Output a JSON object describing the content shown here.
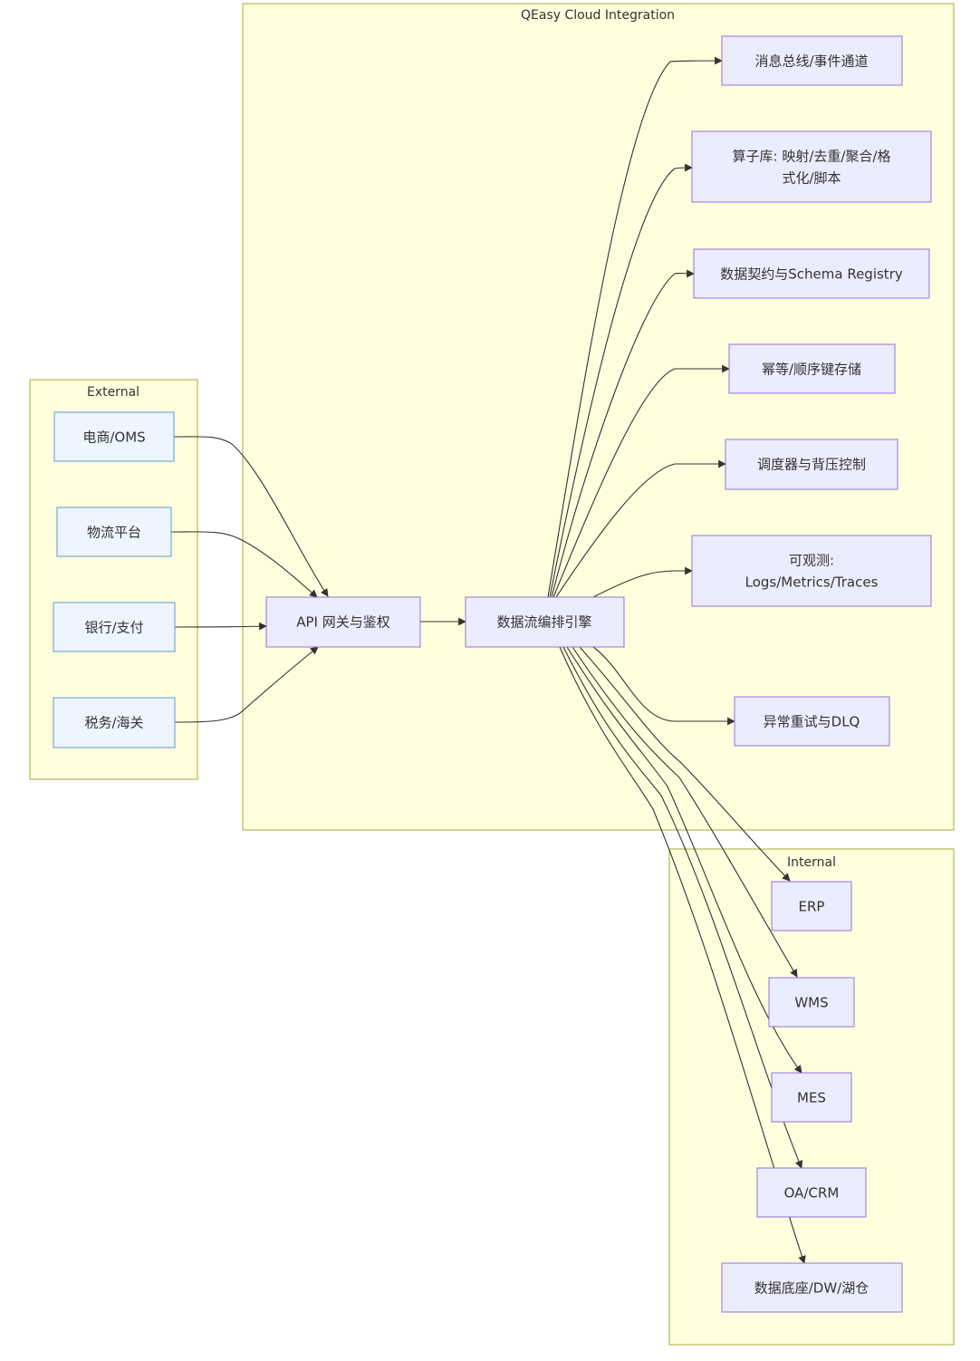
{
  "clusters": {
    "external": {
      "title": "External"
    },
    "qeasy": {
      "title": "QEasy Cloud Integration"
    },
    "internal": {
      "title": "Internal"
    }
  },
  "nodes": {
    "ecom": "电商/OMS",
    "logistics": "物流平台",
    "bank": "银行/支付",
    "tax": "税务/海关",
    "gateway": "API 网关与鉴权",
    "engine": "数据流编排引擎",
    "bus": "消息总线/事件通道",
    "operators_line1": "算子库: 映射/去重/聚合/格",
    "operators_line2": "式化/脚本",
    "schema": "数据契约与Schema Registry",
    "idempotent": "幂等/顺序键存储",
    "scheduler": "调度器与背压控制",
    "observe_line1": "可观测:",
    "observe_line2": "Logs/Metrics/Traces",
    "dlq": "异常重试与DLQ",
    "erp": "ERP",
    "wms": "WMS",
    "mes": "MES",
    "oacrm": "OA/CRM",
    "dw": "数据底座/DW/湖仓"
  },
  "colors": {
    "cluster_fill": "#ffffde",
    "cluster_stroke": "#aaaa33",
    "node_fill": "#ECECFF",
    "node_stroke": "#9370DB",
    "external_node_fill": "#EEF5FF",
    "external_node_stroke": "#5B9BD5",
    "edge": "#333333"
  }
}
